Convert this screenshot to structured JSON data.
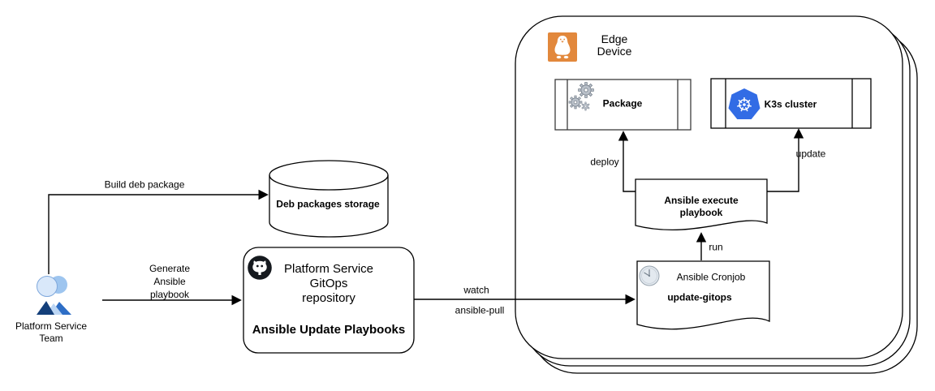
{
  "colors": {
    "line": "#000000",
    "text": "#000000",
    "tux_orange": "#E2883C",
    "kubernetes_blue": "#326CE5",
    "gear_gray": "#B9C0C9",
    "clock_face": "#E3E9EF",
    "github_black": "#15191E",
    "team_front_head": "#D9E8FA",
    "team_back_head": "#9EC5EF",
    "team_navy": "#143F7A",
    "team_royal": "#2E6EC6",
    "team_mid": "#BCD6F4"
  },
  "icons": {
    "platform_team": "team-icon",
    "gitops_repo": "github-icon",
    "edge_device": "linux-tux-icon",
    "package": "gears-icon",
    "k3s_cluster": "kubernetes-icon",
    "ansible_cronjob": "clock-icon"
  },
  "nodes": {
    "platform_team": {
      "label_lines": [
        "Platform Service",
        "Team"
      ]
    },
    "deb_storage": {
      "label": "Deb packages storage"
    },
    "gitops_repo": {
      "title_lines": [
        "Platform Service",
        "GitOps",
        "repository"
      ],
      "subtitle": "Ansible Update Playbooks"
    },
    "edge_device": {
      "label_lines": [
        "Edge",
        "Device"
      ]
    },
    "package": {
      "label": "Package"
    },
    "k3s_cluster": {
      "label": "K3s cluster"
    },
    "execute_playbook": {
      "label_lines": [
        "Ansible execute",
        "playbook"
      ]
    },
    "ansible_cronjob": {
      "title": "Ansible Cronjob",
      "subtitle": "update-gitops"
    }
  },
  "edges": {
    "build_deb": {
      "label": "Build deb package"
    },
    "generate_playbook": {
      "label_lines": [
        "Generate",
        "Ansible",
        "playbook"
      ]
    },
    "watch": {
      "label_top": "watch",
      "label_bottom": "ansible-pull"
    },
    "run": {
      "label": "run"
    },
    "deploy": {
      "label": "deploy"
    },
    "update": {
      "label": "update"
    }
  }
}
